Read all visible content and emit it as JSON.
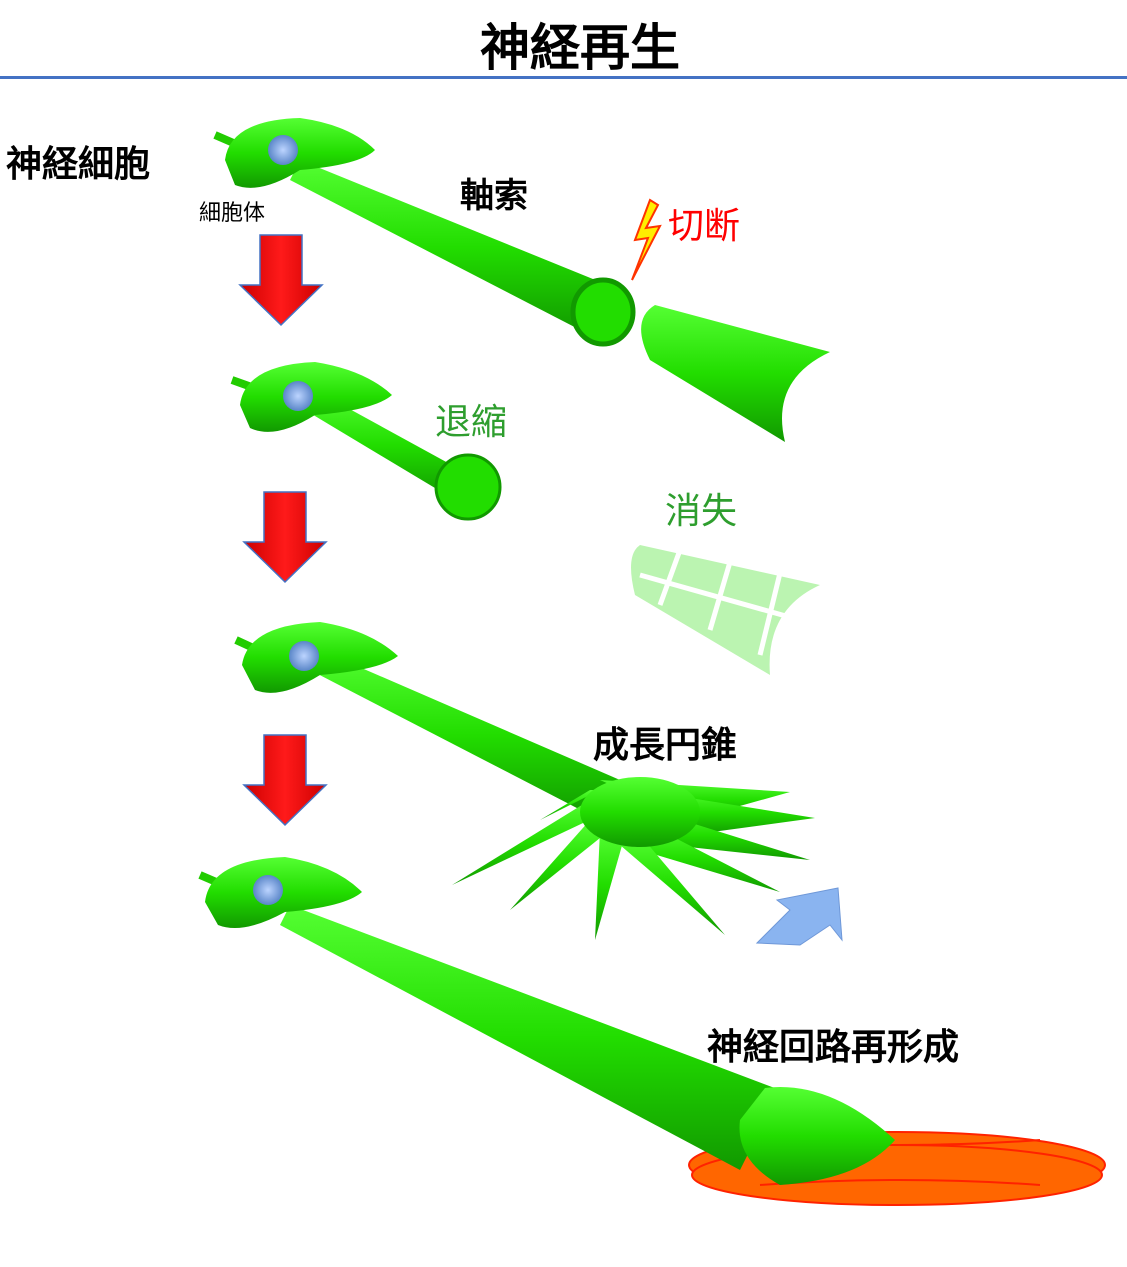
{
  "title": "神経再生",
  "labels": {
    "neuron": "神経細胞",
    "cell_body": "細胞体",
    "axon": "軸索",
    "cut": "切断",
    "retraction": "退縮",
    "disappearance": "消失",
    "growth_cone": "成長円錐",
    "circuit_reformation": "神経回路再形成"
  },
  "colors": {
    "accent_line": "#4472C4",
    "neuron": "#22DD00",
    "arrow": "#FF0000",
    "cut": "#FF0000",
    "green_text": "#2E9E2E",
    "muscle": "#FF6600"
  }
}
